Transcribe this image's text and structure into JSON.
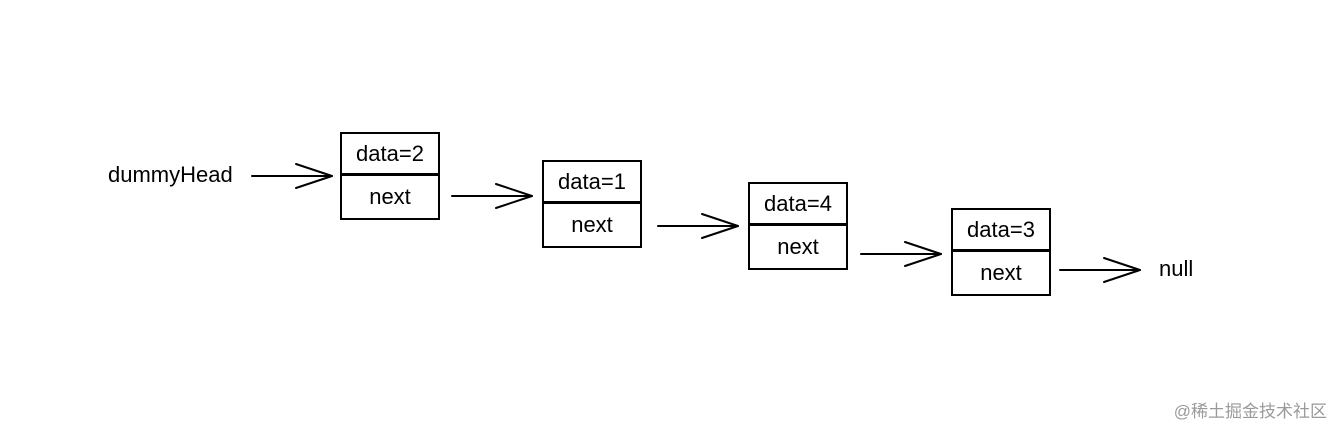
{
  "diagram": {
    "head_label": "dummyHead",
    "tail_label": "null",
    "nodes": [
      {
        "data": "data=2",
        "next": "next"
      },
      {
        "data": "data=1",
        "next": "next"
      },
      {
        "data": "data=4",
        "next": "next"
      },
      {
        "data": "data=3",
        "next": "next"
      }
    ]
  },
  "watermark": "@稀土掘金技术社区",
  "colors": {
    "stroke": "#000000",
    "background": "#ffffff",
    "watermark": "#9a9a9a"
  }
}
